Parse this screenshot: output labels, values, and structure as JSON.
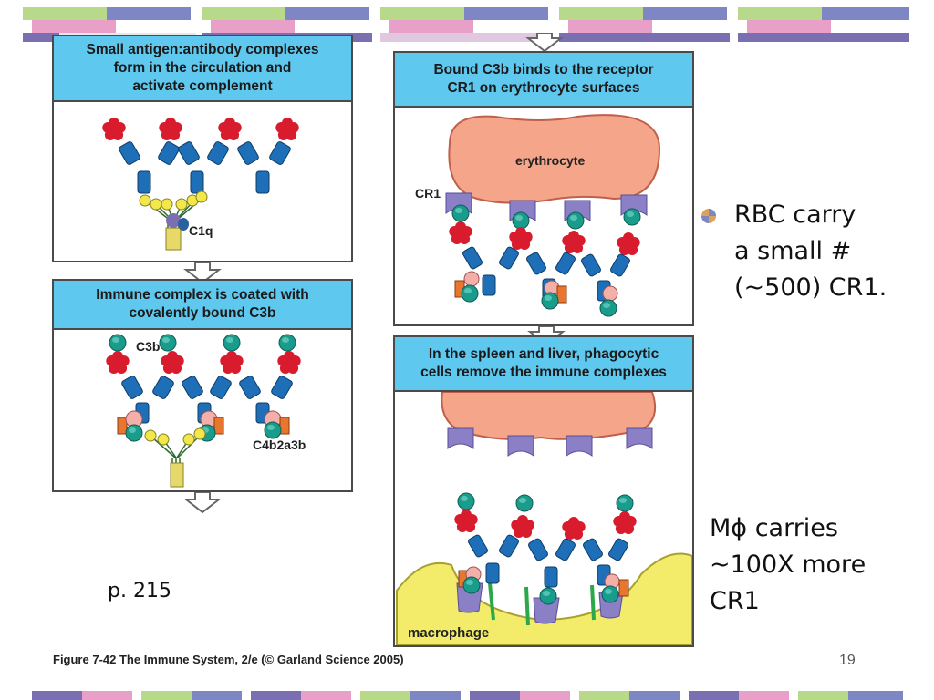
{
  "slide": {
    "number": "19",
    "caption": "Figure 7-42  The Immune System, 2/e (© Garland Science 2005)",
    "page_ref": "p. 215"
  },
  "panels": {
    "p1": {
      "title": "Small antigen:antibody complexes\nform in the circulation and\nactivate complement",
      "label_c1q": "C1q"
    },
    "p2": {
      "title": "Immune complex is coated with\ncovalently bound C3b",
      "label_c3b": "C3b",
      "label_c4": "C4b2a3b"
    },
    "p3": {
      "title": "Bound C3b binds to the receptor\nCR1 on erythrocyte surfaces",
      "label_ery": "erythrocyte",
      "label_cr1": "CR1"
    },
    "p4": {
      "title": "In the spleen and liver, phagocytic\ncells remove the immune complexes",
      "label_mac": "macrophage"
    }
  },
  "bullets": {
    "b1": "RBC carry\na small #\n(~500) CR1.",
    "b2": "Mϕ carries\n~100X more\nCR1"
  },
  "colors": {
    "header": "#5ec8ef",
    "antibody": "#1e6fb8",
    "antigen": "#d81c2e",
    "c3b": "#1a9c8c",
    "c1q": "#f2e84b",
    "erythrocyte": "#f4a58a",
    "macrophage": "#f2ec6a",
    "cr1": "#8b7fc6"
  }
}
